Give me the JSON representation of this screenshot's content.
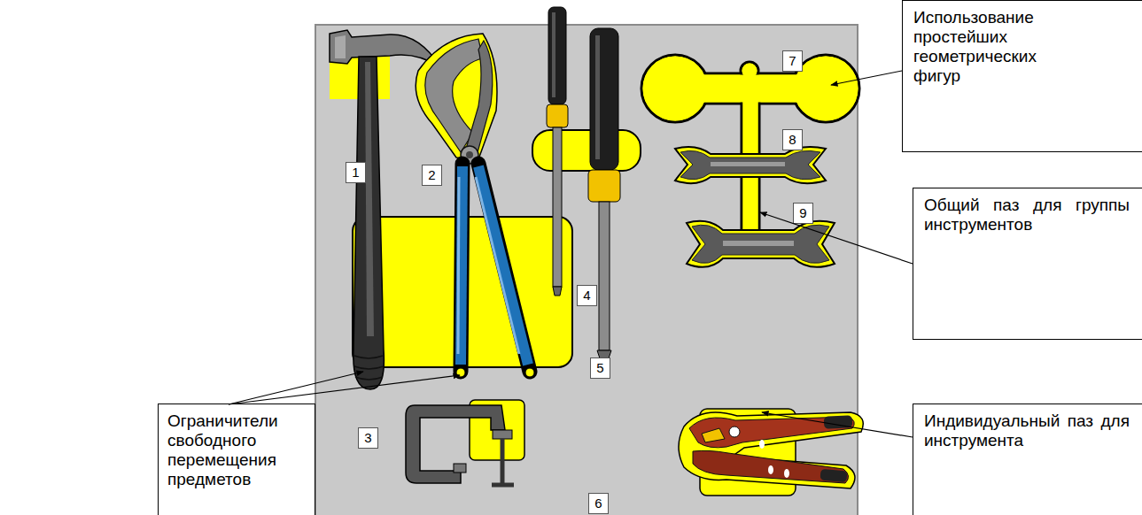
{
  "diagram": {
    "nodes": [
      {
        "text": [
          "Использование простейших геометрических фигур"
        ]
      },
      {
        "text": [
          "Общий паз для группы инструментов"
        ]
      },
      {
        "text": [
          "Ограничители свободного перемещения предметов"
        ]
      },
      {
        "text": [
          "Индивидуальный паз для инструмента"
        ]
      }
    ],
    "labels": [
      "1",
      "2",
      "3",
      "4",
      "5",
      "6",
      "7",
      "8",
      "9"
    ]
  }
}
